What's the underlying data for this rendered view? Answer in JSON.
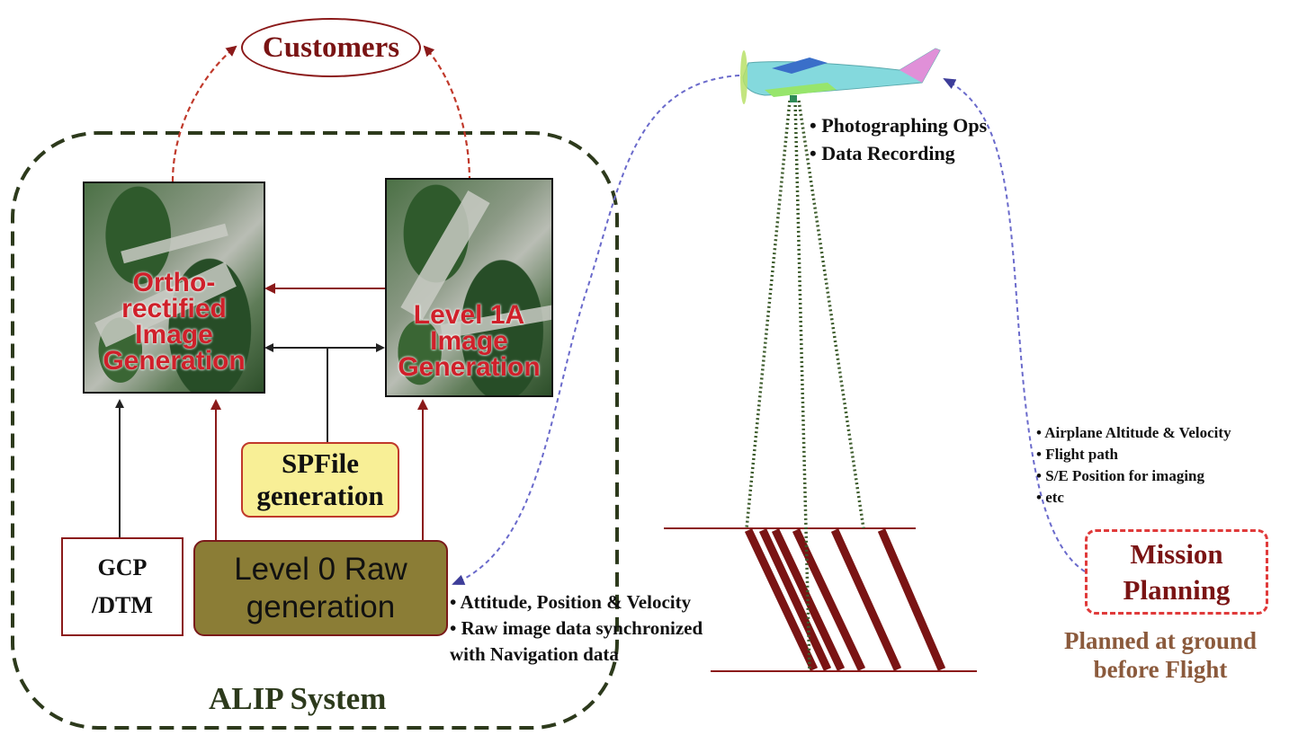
{
  "customers": {
    "label": "Customers"
  },
  "tiles": {
    "ortho_label": "Ortho-\nrectified\nImage\nGeneration",
    "level1a_label": "Level 1A\nImage\nGeneration"
  },
  "boxes": {
    "spfile": "SPFile\ngeneration",
    "gcp": "GCP\n/DTM",
    "level0": "Level 0 Raw\ngeneration"
  },
  "system_label": "ALIP System",
  "aircraft_ops": [
    "Photographing Ops",
    "Data Recording"
  ],
  "level0_outputs": [
    "Attitude, Position & Velocity",
    "Raw image data synchronized\nwith Navigation data"
  ],
  "mission_inputs": [
    "Airplane Altitude & Velocity",
    "Flight path",
    "S/E Position for imaging",
    "etc"
  ],
  "mission": {
    "label": "Mission\nPlanning",
    "note": "Planned at ground\nbefore Flight"
  },
  "colors": {
    "dark_red": "#8b1a1a",
    "system_dashed_border": "#2d3a1c",
    "spfile_fill": "#f8ef96",
    "level0_fill": "#8b7d36",
    "nav_arrow": "#6a6acb",
    "label_red": "#d0202a"
  }
}
